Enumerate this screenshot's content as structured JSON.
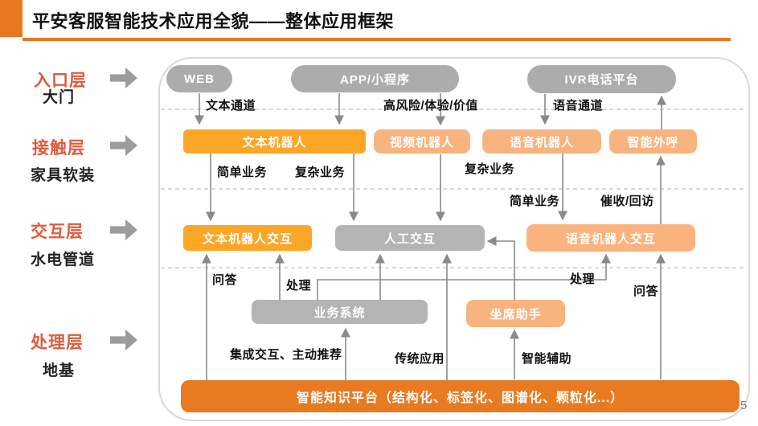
{
  "page": {
    "title": "平安客服智能技术应用全貌——整体应用框架",
    "page_number": "5"
  },
  "colors": {
    "accent_orange": "#E87722",
    "bright_orange": "#FCA628",
    "light_orange": "#F9B37E",
    "node_gray": "#ACACAC",
    "layer_label_orange": "#E05A3D",
    "connector_gray": "#8A8A8A"
  },
  "layers": [
    {
      "name": "入口层",
      "metaphor": "大门"
    },
    {
      "name": "接触层",
      "metaphor": "家具软装"
    },
    {
      "name": "交互层",
      "metaphor": "水电管道"
    },
    {
      "name": "处理层",
      "metaphor": "地基"
    }
  ],
  "nodes": {
    "web": "WEB",
    "app": "APP/小程序",
    "ivr": "IVR电话平台",
    "text_robot": "文本机器人",
    "video_robot": "视频机器人",
    "voice_robot": "语音机器人",
    "smart_outbound": "智能外呼",
    "text_robot_interaction": "文本机器人交互",
    "human_interaction": "人工交互",
    "voice_robot_interaction": "语音机器人交互",
    "business_system": "业务系统",
    "agent_assistant": "坐席助手",
    "knowledge_platform": "智能知识平台（结构化、标签化、图谱化、颗粒化...）"
  },
  "flow_labels": {
    "text_channel": "文本通道",
    "high_risk_value": "高风险/体验/价值",
    "voice_channel": "语音通道",
    "simple_biz_text": "简单业务",
    "complex_biz_text": "复杂业务",
    "complex_biz_video": "复杂业务",
    "simple_biz_voice": "简单业务",
    "collection_callback": "催收/回访",
    "qa_text": "问答",
    "process_text": "处理",
    "process_voice": "处理",
    "qa_voice": "问答",
    "integrated_push": "集成交互、主动推荐",
    "traditional_app": "传统应用",
    "smart_assist": "智能辅助"
  }
}
